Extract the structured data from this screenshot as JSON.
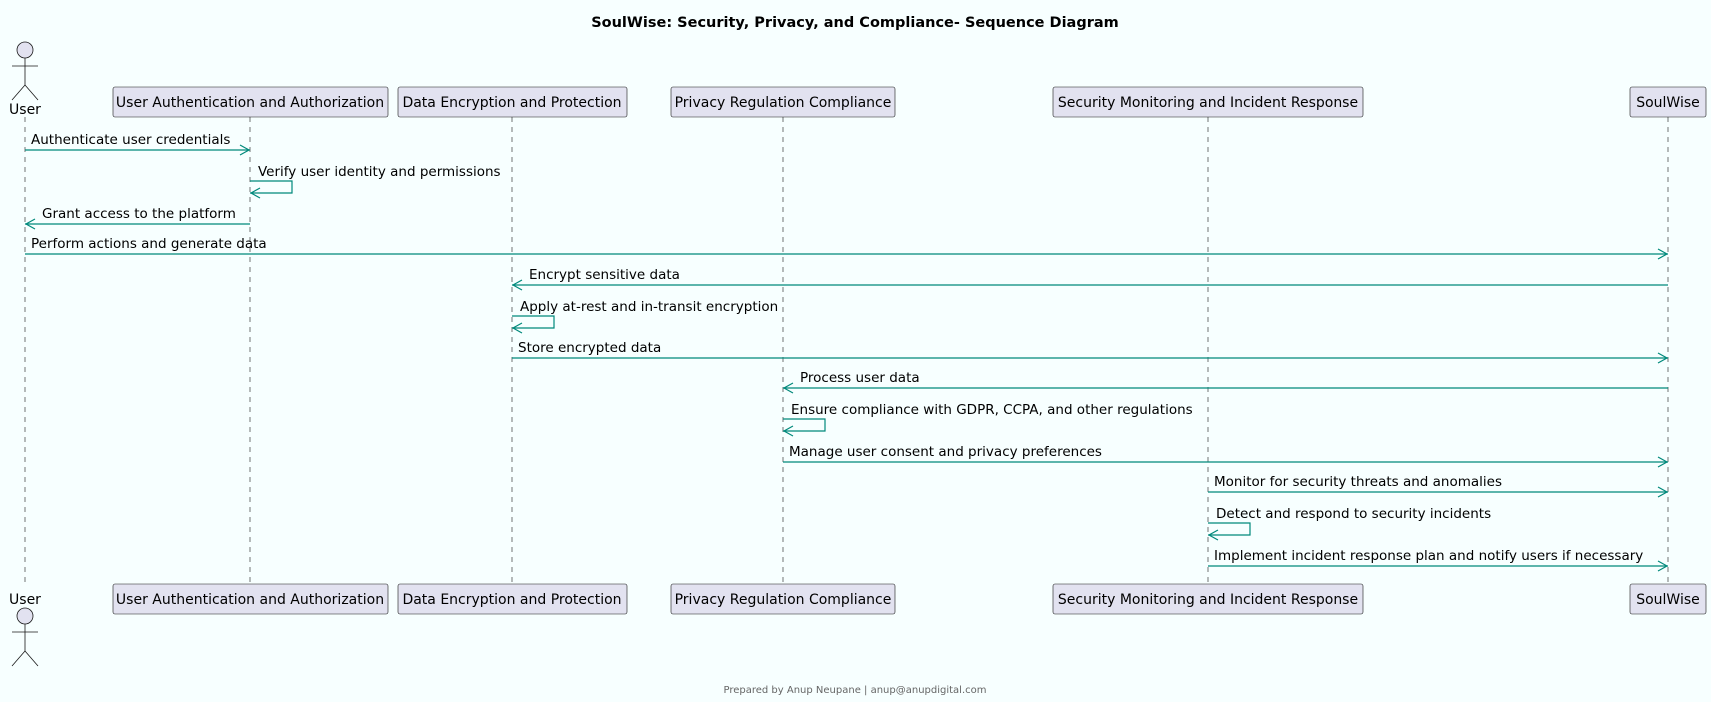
{
  "title": "SoulWise: Security, Privacy, and Compliance- Sequence Diagram",
  "footer": "Prepared by Anup Neupane | anup@anupdigital.com",
  "colors": {
    "background": "#F7FFFF",
    "participant_fill": "#E2E2F0",
    "arrow": "#00897B",
    "border": "#181818"
  },
  "participants": [
    {
      "id": "user",
      "label": "User",
      "kind": "actor"
    },
    {
      "id": "auth",
      "label": "User Authentication and Authorization",
      "kind": "box"
    },
    {
      "id": "enc",
      "label": "Data Encryption and Protection",
      "kind": "box"
    },
    {
      "id": "priv",
      "label": "Privacy Regulation Compliance",
      "kind": "box"
    },
    {
      "id": "sec",
      "label": "Security Monitoring and Incident Response",
      "kind": "box"
    },
    {
      "id": "soul",
      "label": "SoulWise",
      "kind": "box"
    }
  ],
  "messages": [
    {
      "from": "user",
      "to": "auth",
      "label": "Authenticate user credentials"
    },
    {
      "from": "auth",
      "to": "auth",
      "label": "Verify user identity and permissions"
    },
    {
      "from": "auth",
      "to": "user",
      "label": "Grant access to the platform"
    },
    {
      "from": "user",
      "to": "soul",
      "label": "Perform actions and generate data"
    },
    {
      "from": "soul",
      "to": "enc",
      "label": "Encrypt sensitive data"
    },
    {
      "from": "enc",
      "to": "enc",
      "label": "Apply at-rest and in-transit encryption"
    },
    {
      "from": "enc",
      "to": "soul",
      "label": "Store encrypted data"
    },
    {
      "from": "soul",
      "to": "priv",
      "label": "Process user data"
    },
    {
      "from": "priv",
      "to": "priv",
      "label": "Ensure compliance with GDPR, CCPA, and other regulations"
    },
    {
      "from": "priv",
      "to": "soul",
      "label": "Manage user consent and privacy preferences"
    },
    {
      "from": "sec",
      "to": "soul",
      "label": "Monitor for security threats and anomalies"
    },
    {
      "from": "sec",
      "to": "sec",
      "label": "Detect and respond to security incidents"
    },
    {
      "from": "sec",
      "to": "soul",
      "label": "Implement incident response plan and notify users if necessary"
    }
  ]
}
